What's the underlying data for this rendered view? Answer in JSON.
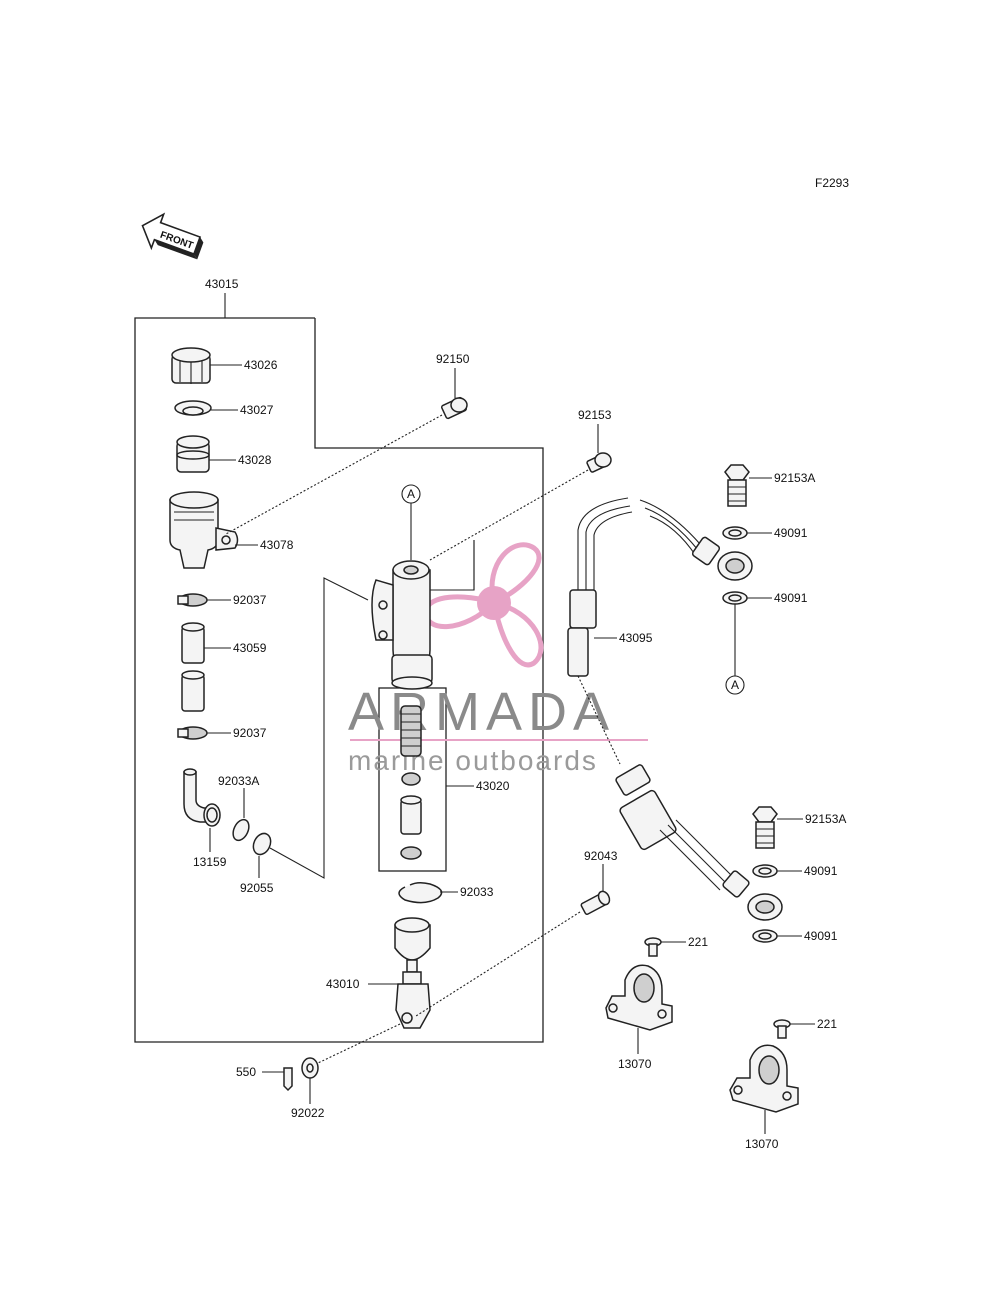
{
  "figure_code": "F2293",
  "front_arrow_label": "FRONT",
  "ref_marker": "A",
  "parts": {
    "p43015": "43015",
    "p43026": "43026",
    "p43027": "43027",
    "p43028": "43028",
    "p43078": "43078",
    "p92037_top": "92037",
    "p43059": "43059",
    "p92037_bottom": "92037",
    "p92033A": "92033A",
    "p13159": "13159",
    "p92055": "92055",
    "p92150": "92150",
    "p92153": "92153",
    "p43020": "43020",
    "p92033": "92033",
    "p43010": "43010",
    "p550": "550",
    "p92022": "92022",
    "p92043": "92043",
    "p92153A_top": "92153A",
    "p49091_a": "49091",
    "p49091_b": "49091",
    "p43095": "43095",
    "p92153A_bottom": "92153A",
    "p49091_c": "49091",
    "p49091_d": "49091",
    "p221_a": "221",
    "p13070_a": "13070",
    "p221_b": "221",
    "p13070_b": "13070"
  },
  "watermark": {
    "brand": "ARMADA",
    "tagline": "marine outboards",
    "accent_color": "#e7a3c6",
    "line_color": "#e7a3c6"
  }
}
